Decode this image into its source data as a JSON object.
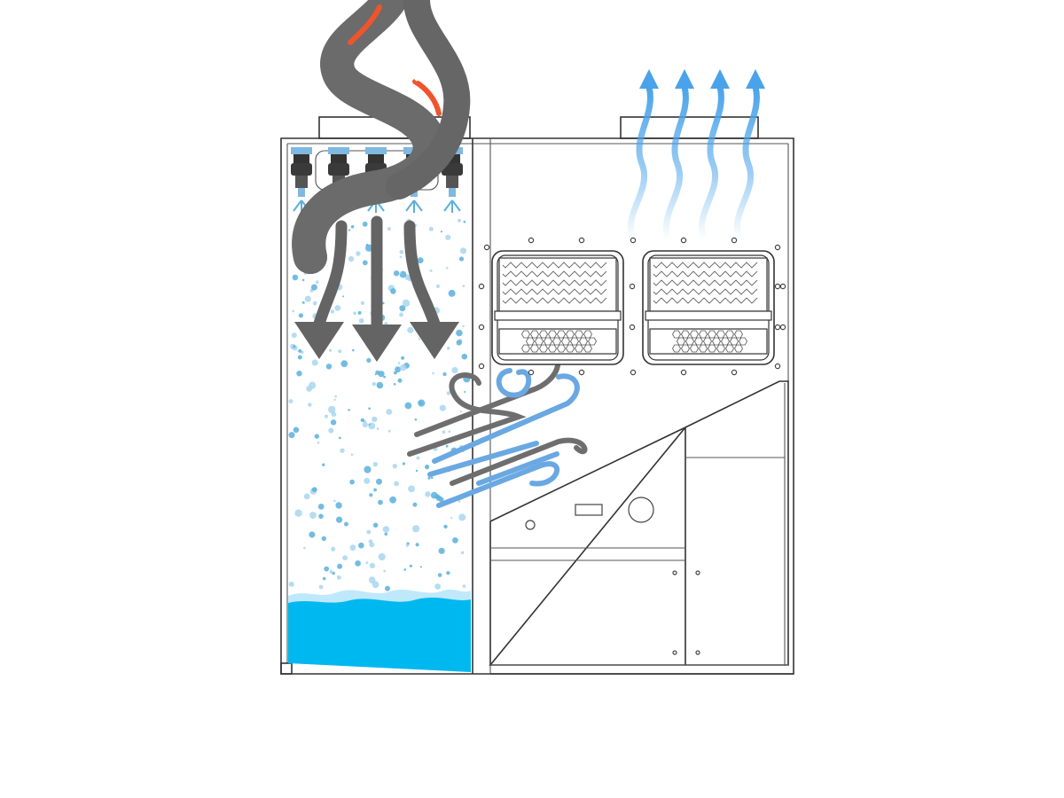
{
  "diagram": {
    "type": "wet-scrubber-process-illustration",
    "components": [
      {
        "name": "scrubber-tower",
        "icon": "spray-tower"
      },
      {
        "name": "spray-nozzles",
        "icon": "nozzle-icon",
        "count": 5
      },
      {
        "name": "water-reservoir",
        "icon": "water-level"
      },
      {
        "name": "filter-cassettes",
        "icon": "filter-icon",
        "count": 2
      },
      {
        "name": "control-panel",
        "icon": "control-panel"
      },
      {
        "name": "service-cabinet",
        "icon": "cabinet-doors"
      }
    ],
    "flows": [
      {
        "name": "dirty-smoke-inlet",
        "icon": "smoke-icon",
        "color": "#666666",
        "accent": "#F0542C"
      },
      {
        "name": "downward-gas-flow",
        "icon": "arrow-down-icon",
        "count": 3,
        "color": "#646464"
      },
      {
        "name": "cross-airflow",
        "icon": "wind-icon",
        "colors": [
          "#6e6e6e",
          "#6aa8e2"
        ]
      },
      {
        "name": "clean-air-exhaust",
        "icon": "arrow-up-icon",
        "count": 4,
        "color": "#4aa3ea"
      }
    ],
    "colors": {
      "water": "#00B8F0",
      "bubbles": "#5AB0DC",
      "smoke": "#666666",
      "flame": "#F0542C",
      "clean_air": "#4AA3EA",
      "outline": "#333333"
    }
  }
}
